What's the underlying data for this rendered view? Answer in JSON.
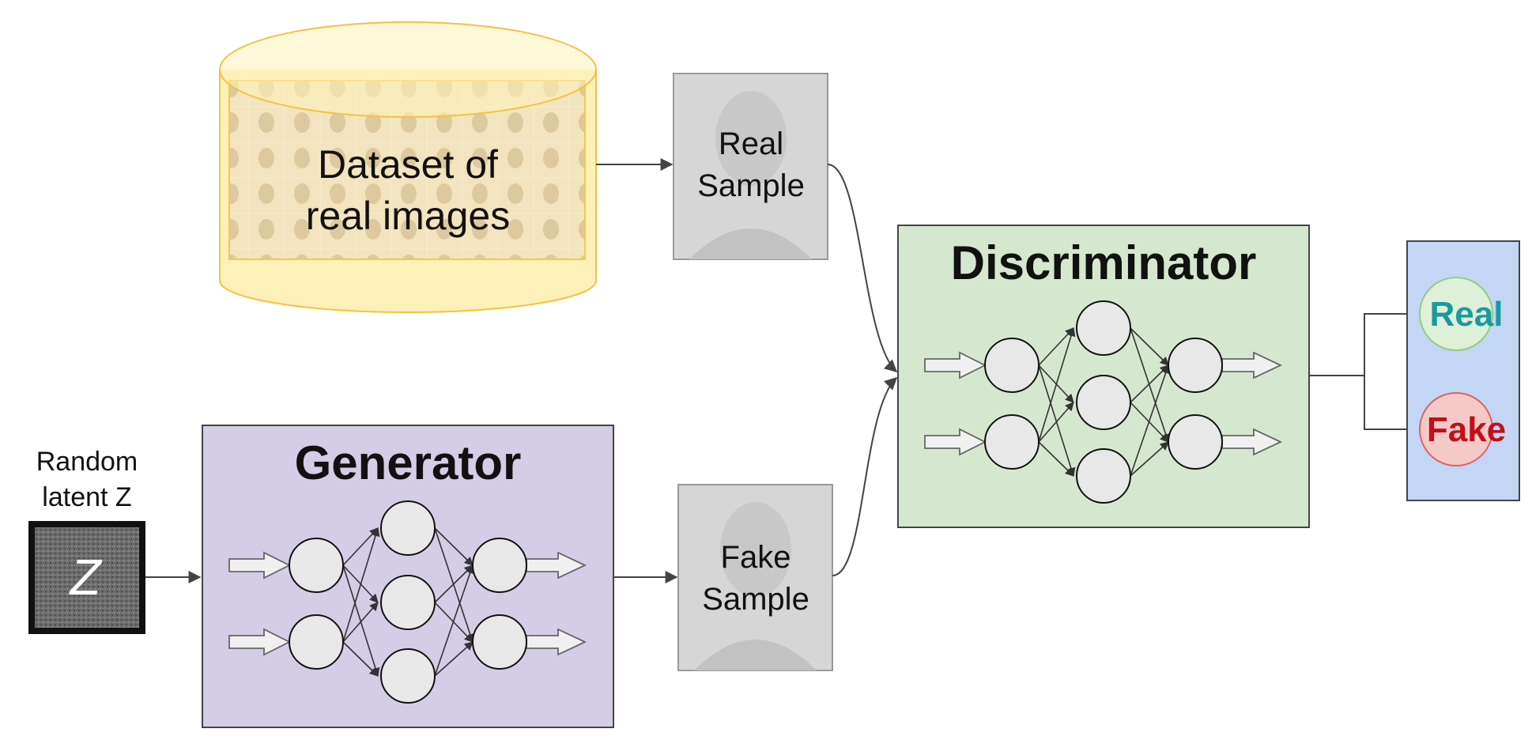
{
  "dataset": {
    "label_line1": "Dataset of",
    "label_line2": "real images"
  },
  "real_sample": {
    "line1": "Real",
    "line2": "Sample"
  },
  "fake_sample": {
    "line1": "Fake",
    "line2": "Sample"
  },
  "latent": {
    "line1": "Random",
    "line2": "latent Z",
    "symbol": "Z"
  },
  "generator": {
    "title": "Generator"
  },
  "discriminator": {
    "title": "Discriminator"
  },
  "outputs": {
    "real": "Real",
    "fake": "Fake"
  },
  "colors": {
    "dataset_fill": "#fdf0b8",
    "dataset_stroke": "#f5c242",
    "generator_fill": "#d5cce6",
    "discriminator_fill": "#d6e7cf",
    "output_fill": "#c3d6f5",
    "real_text": "#1a9aa0",
    "fake_text": "#c0101a",
    "real_circle": "#dff0d8",
    "fake_circle": "#f6c9c9",
    "sample_fill": "#d6d6d6"
  }
}
